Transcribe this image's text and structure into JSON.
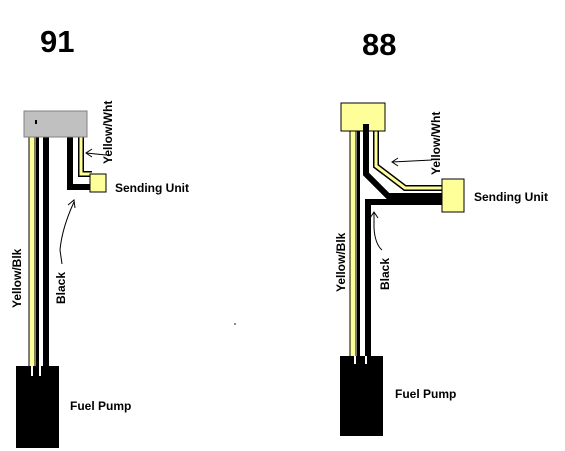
{
  "diagrams": [
    {
      "title": "91",
      "labels": {
        "yellow_wht": "Yellow/Wht",
        "sending_unit": "Sending Unit",
        "yellow_blk": "Yellow/Blk",
        "black": "Black",
        "fuel_pump": "Fuel Pump"
      },
      "colors": {
        "connector": "#c0c0c0"
      }
    },
    {
      "title": "88",
      "labels": {
        "yellow_wht": "Yellow/Wht",
        "sending_unit": "Sending Unit",
        "yellow_blk": "Yellow/Blk",
        "black": "Black",
        "fuel_pump": "Fuel Pump"
      },
      "colors": {
        "connector": "#ffff99"
      }
    }
  ],
  "colors": {
    "wire_yellow": "#ffff99",
    "wire_black": "#000000",
    "sending_unit_box": "#ffff99",
    "pump_body": "#000000"
  }
}
